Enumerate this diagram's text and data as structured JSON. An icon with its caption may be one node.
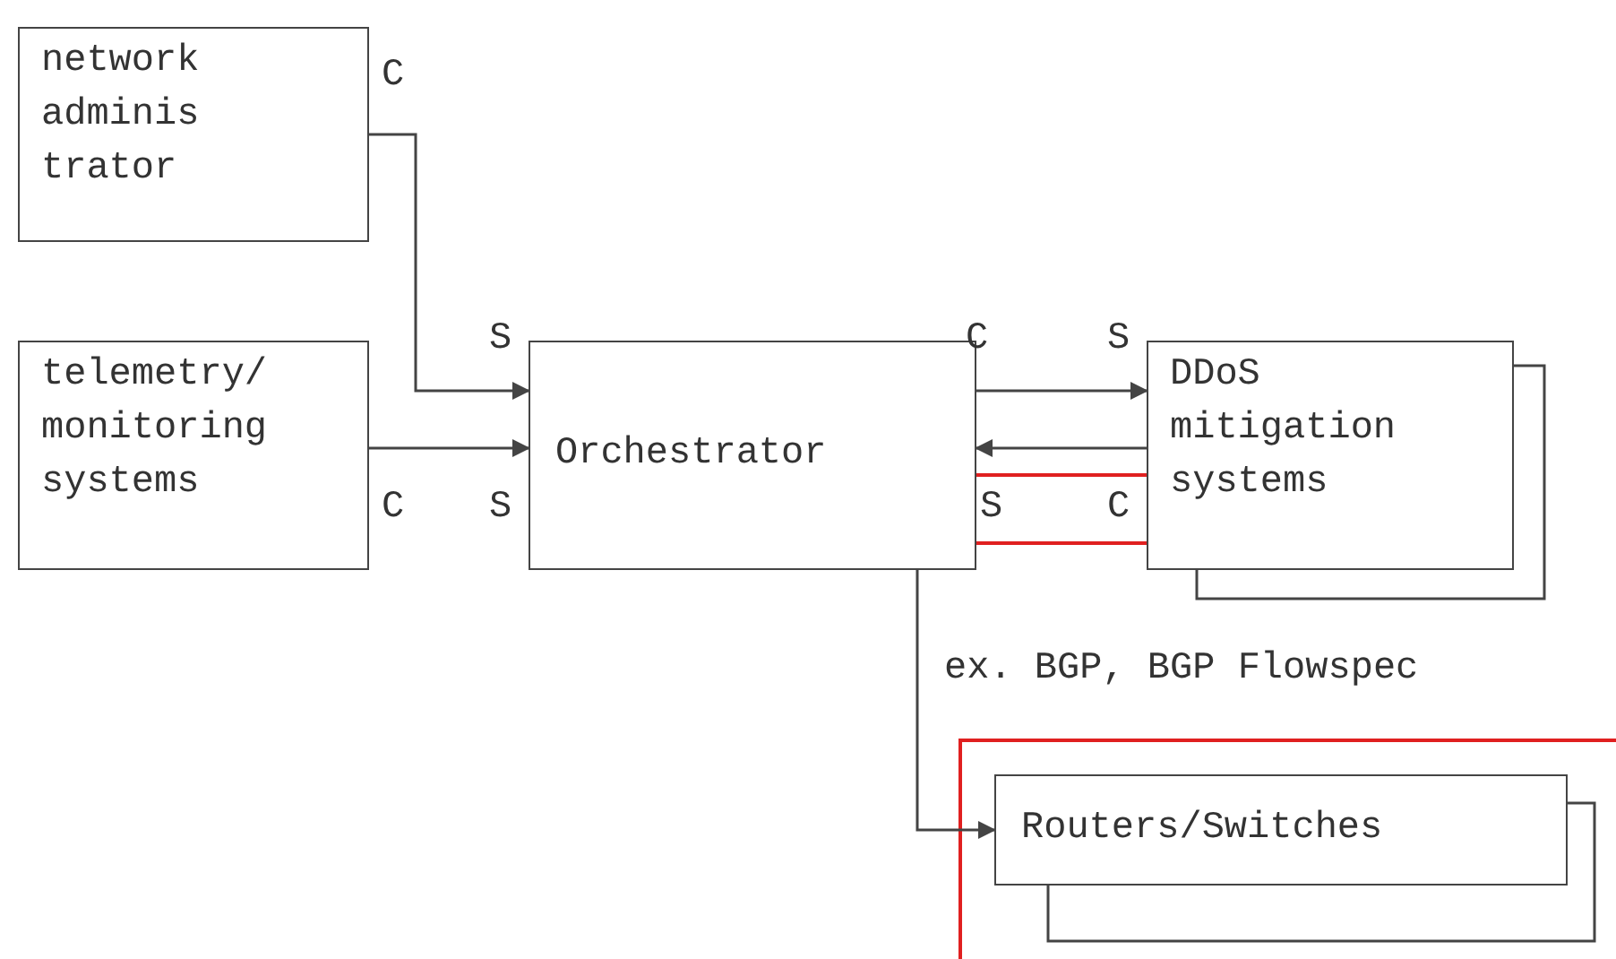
{
  "diagram": {
    "nodes": [
      {
        "text": [
          "network adminis trator"
        ],
        "beside": [
          "C"
        ]
      },
      {
        "text": [
          "telemetry/ monitoring systems"
        ],
        "beside": [
          "C"
        ]
      },
      {
        "text": [
          "Orchestrator"
        ],
        "beside": [
          "S",
          "S",
          "C",
          "S"
        ]
      },
      {
        "text": [
          "DDoS mitigation systems"
        ],
        "beside": [
          "S",
          "C"
        ]
      },
      {
        "text": [
          "Routers/Switches"
        ]
      }
    ],
    "edges": [
      {
        "from": 0,
        "to": 2,
        "arrow": "to"
      },
      {
        "from": 1,
        "to": 2,
        "arrow": "to"
      },
      {
        "from": 2,
        "to": 3,
        "arrow": "to"
      },
      {
        "from": 3,
        "to": 2,
        "arrow": "to"
      },
      {
        "from": 2,
        "to": 4,
        "arrow": "to",
        "label": "ex. BGP, BGP Flowspec"
      }
    ]
  }
}
